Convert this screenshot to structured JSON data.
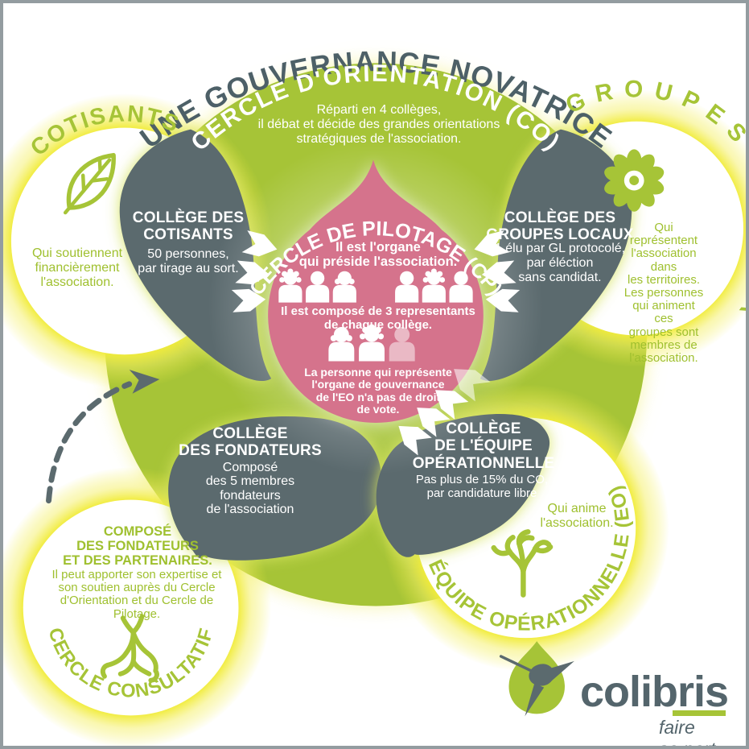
{
  "title": "UNE GOUVERNANCE NOVATRICE",
  "colors": {
    "green": "#a6c437",
    "gray": "#5b6a6e",
    "pink": "#d5738c",
    "glow_yellow": "#f1ec3c",
    "title_gray": "#4d6067",
    "white": "#ffffff"
  },
  "orientation_circle": {
    "title": "CERCLE D'ORIENTATION (CO)",
    "description": "Réparti en 4 collèges,\nil débat et décide des grandes orientations\nstratégiques de l'association."
  },
  "pilotage_circle": {
    "title": "CERCLE DE PILOTAGE (CP)",
    "role": "Il est l'organe\nqui préside l'association.",
    "composition": "Il est composé de 3 representants\nde chaque collège.",
    "note": "La personne qui représente\nl'organe de gouvernance\nde l'EO n'a pas de droit\nde vote."
  },
  "colleges": {
    "cotisants": {
      "title": "COLLÈGE DES\nCOTISANTS",
      "detail": "50 personnes,\npar tirage au sort."
    },
    "groupes_locaux": {
      "title": "COLLÈGE DES\nGROUPES LOCAUX",
      "detail": "1 élu par GL protocolé,\npar éléction\nsans candidat."
    },
    "fondateurs": {
      "title": "COLLÈGE\nDES FONDATEURS",
      "detail": "Composé\ndes 5 membres\nfondateurs\nde l'association"
    },
    "equipe_operationnelle": {
      "title": "COLLÈGE\nDE L'ÉQUIPE\nOPÉRATIONNELLE",
      "detail": "Pas plus de 15% du CO,\npar candidature libre"
    }
  },
  "circles": {
    "cotisants": {
      "title": "COTISANTS",
      "description": "Qui soutiennent\nfinancièrement\nl'association.",
      "icon": "leaf-icon"
    },
    "groupes_locaux": {
      "title": "GROUPES LOCAUX",
      "description": "Qui représentent\nl'association dans\nles territoires.\nLes personnes\nqui animent ces\ngroupes sont\nmembres de\nl'association.",
      "icon": "flower-icon"
    },
    "equipe_operationnelle": {
      "title": "ÉQUIPE OPÉRATIONNELLE (EO)",
      "description": "Qui anime\nl'association.",
      "icon": "coral-icon"
    },
    "cercle_consultatif": {
      "title": "CERCLE CONSULTATIF",
      "heading": "COMPOSÉ\nDES FONDATEURS\nET DES PARTENAIRES.",
      "description": "Il peut apporter son expertise et\nson soutien auprès du Cercle\nd'Orientation et du Cercle de\nPilotage.",
      "icon": "roots-icon"
    }
  },
  "logo": {
    "name": "colibris",
    "tagline": "faire sa part"
  }
}
